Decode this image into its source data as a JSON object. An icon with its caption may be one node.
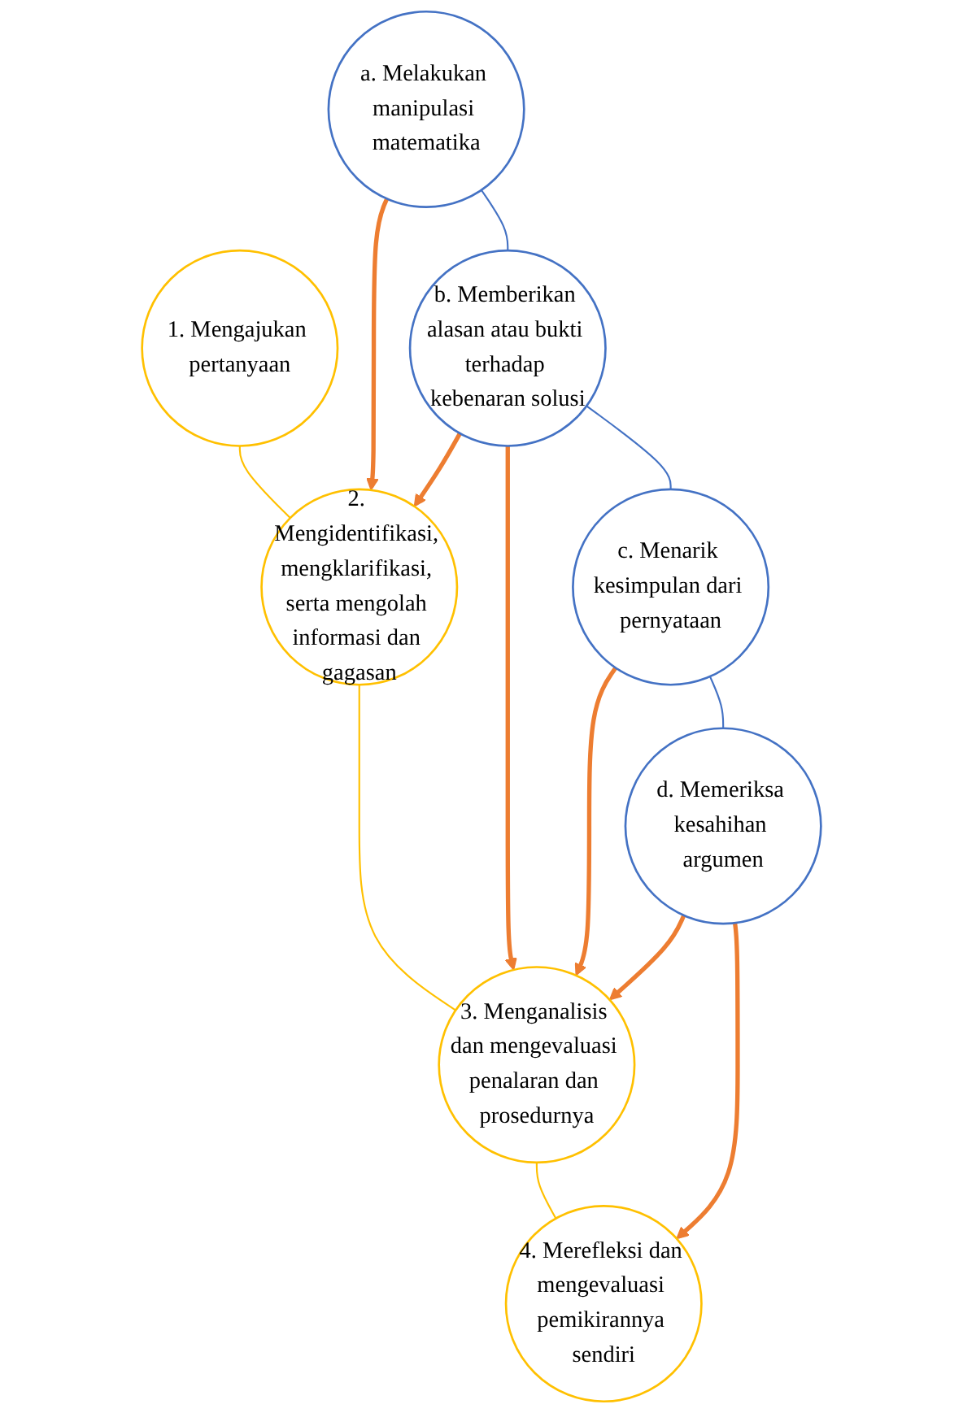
{
  "diagram": {
    "nodes": [
      {
        "text": [
          "a. Melakukan manipulasi matematika"
        ]
      },
      {
        "text": [
          "b. Memberikan alasan atau bukti terhadap kebenaran solusi"
        ]
      },
      {
        "text": [
          "c. Menarik kesimpulan dari pernyataan"
        ]
      },
      {
        "text": [
          "d. Memeriksa kesahihan argumen"
        ]
      },
      {
        "text": [
          "1. Mengajukan pertanyaan"
        ]
      },
      {
        "text": [
          "2. Mengidentifikasi, mengklarifikasi, serta mengolah informasi dan gagasan"
        ]
      },
      {
        "text": [
          "3. Menganalisis dan mengevaluasi penalaran dan prosedurnya"
        ]
      },
      {
        "text": [
          "4. Merefleksi dan mengevaluasi pemikirannya sendiri"
        ]
      }
    ],
    "edges": [
      {
        "from": 0,
        "to": 1,
        "arrow": "none",
        "color": "#4472c4"
      },
      {
        "from": 1,
        "to": 2,
        "arrow": "none",
        "color": "#4472c4"
      },
      {
        "from": 2,
        "to": 3,
        "arrow": "none",
        "color": "#4472c4"
      },
      {
        "from": 4,
        "to": 5,
        "arrow": "none",
        "color": "#ffc000"
      },
      {
        "from": 5,
        "to": 6,
        "arrow": "none",
        "color": "#ffc000"
      },
      {
        "from": 6,
        "to": 7,
        "arrow": "none",
        "color": "#ffc000"
      },
      {
        "from": 0,
        "to": 5,
        "arrow": "to",
        "style": "thick",
        "color": "#ed7d31"
      },
      {
        "from": 1,
        "to": 5,
        "arrow": "to",
        "style": "thick",
        "color": "#ed7d31"
      },
      {
        "from": 1,
        "to": 6,
        "arrow": "to",
        "style": "thick",
        "color": "#ed7d31"
      },
      {
        "from": 2,
        "to": 6,
        "arrow": "to",
        "style": "thick",
        "color": "#ed7d31"
      },
      {
        "from": 3,
        "to": 6,
        "arrow": "to",
        "style": "thick",
        "color": "#ed7d31"
      },
      {
        "from": 3,
        "to": 7,
        "arrow": "to",
        "style": "thick",
        "color": "#ed7d31"
      }
    ]
  }
}
